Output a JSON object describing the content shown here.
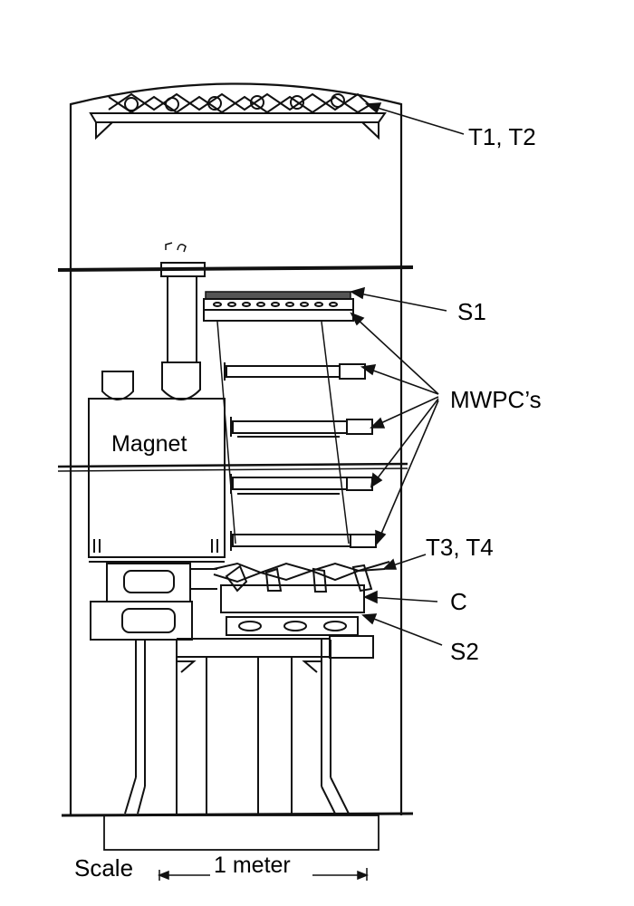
{
  "labels": {
    "t1t2": "T1, T2",
    "s1": "S1",
    "mwpc": "MWPC’s",
    "magnet": "Magnet",
    "t3t4": "T3, T4",
    "c": "C",
    "s2": "S2",
    "scale_word": "Scale",
    "scale_value": "1 meter"
  },
  "colors": {
    "ink": "#111111",
    "paper": "#ffffff",
    "hatch": "#555555"
  }
}
